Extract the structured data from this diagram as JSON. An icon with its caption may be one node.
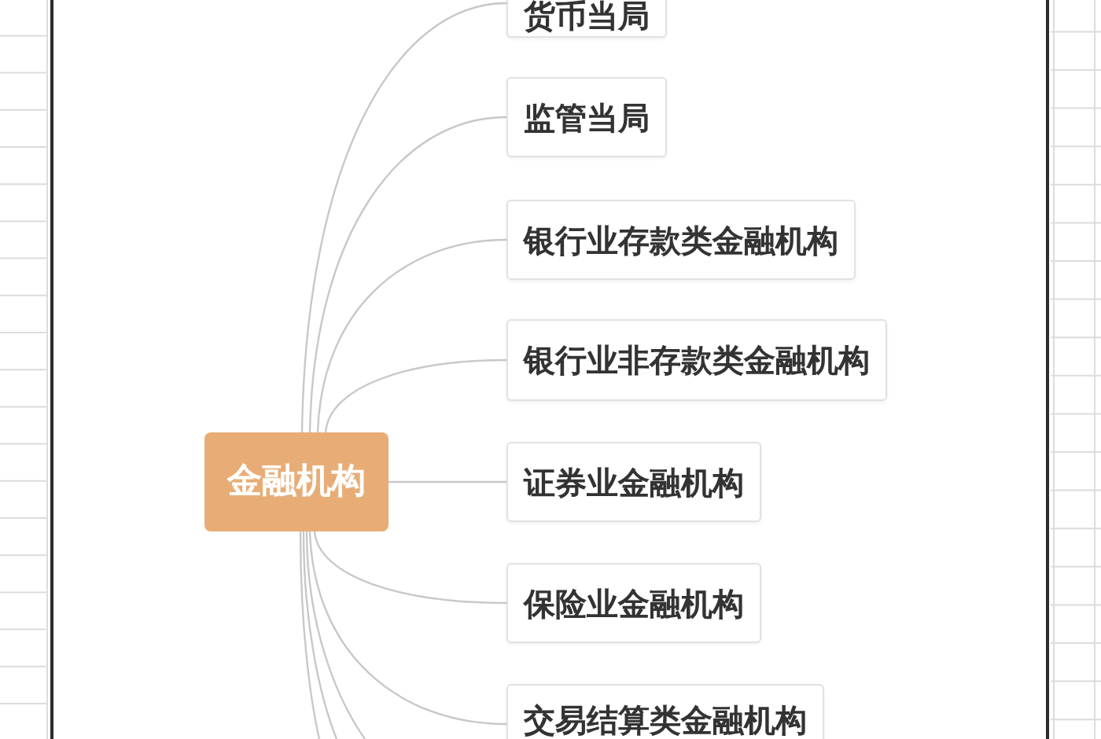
{
  "diagram": {
    "nodes": [
      {
        "text": [
          "金融机构"
        ]
      },
      {
        "text": [
          "货币当局"
        ]
      },
      {
        "text": [
          "监管当局"
        ]
      },
      {
        "text": [
          "银行业存款类金融机构"
        ]
      },
      {
        "text": [
          "银行业非存款类金融机构"
        ]
      },
      {
        "text": [
          "证券业金融机构"
        ]
      },
      {
        "text": [
          "保险业金融机构"
        ]
      },
      {
        "text": [
          "交易结算类金融机构"
        ]
      }
    ],
    "edges": [
      {
        "from": 0,
        "to": 1,
        "arrow": "none"
      },
      {
        "from": 0,
        "to": 2,
        "arrow": "none"
      },
      {
        "from": 0,
        "to": 3,
        "arrow": "none"
      },
      {
        "from": 0,
        "to": 4,
        "arrow": "none"
      },
      {
        "from": 0,
        "to": 5,
        "arrow": "none"
      },
      {
        "from": 0,
        "to": 6,
        "arrow": "none"
      },
      {
        "from": 0,
        "to": 7,
        "arrow": "none"
      },
      {
        "from": 0,
        "to": null,
        "arrow": "none"
      },
      {
        "from": 0,
        "to": null,
        "arrow": "none"
      },
      {
        "from": 0,
        "to": null,
        "arrow": "none"
      }
    ]
  }
}
